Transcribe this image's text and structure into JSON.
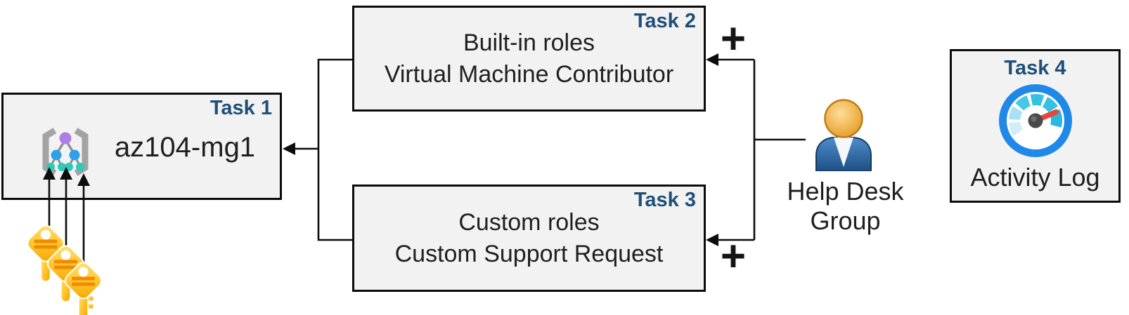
{
  "colors": {
    "box_fill": "#f2f2f2",
    "box_border": "#0b0b0b",
    "task_label": "#1f4e79",
    "body_text": "#1f1f1f",
    "connector": "#0d0d0d",
    "key_gold": "#ffc42b",
    "key_stripe": "#f08b00",
    "person_body_blue": "#2e6db4",
    "person_head_gold": "#e9a93d",
    "gauge_ring_blue": "#2089e8",
    "gauge_segment_teal": "#35c2e2",
    "gauge_needle_red": "#e8453c"
  },
  "nodes": {
    "task1": {
      "label": "Task 1",
      "title": "az104-mg1",
      "icon": "management-group-icon"
    },
    "task2": {
      "label": "Task 2",
      "line1": "Built-in roles",
      "line2": "Virtual Machine Contributor"
    },
    "task3": {
      "label": "Task 3",
      "line1": "Custom roles",
      "line2": "Custom Support Request"
    },
    "task4": {
      "label": "Task 4",
      "caption": "Activity Log",
      "icon": "gauge-icon"
    },
    "help_desk_group": {
      "line1": "Help Desk",
      "line2": "Group",
      "icon": "user-icon"
    },
    "keys": {
      "icon": "key-icon",
      "count": 3
    }
  },
  "symbols": {
    "plus": "+"
  }
}
